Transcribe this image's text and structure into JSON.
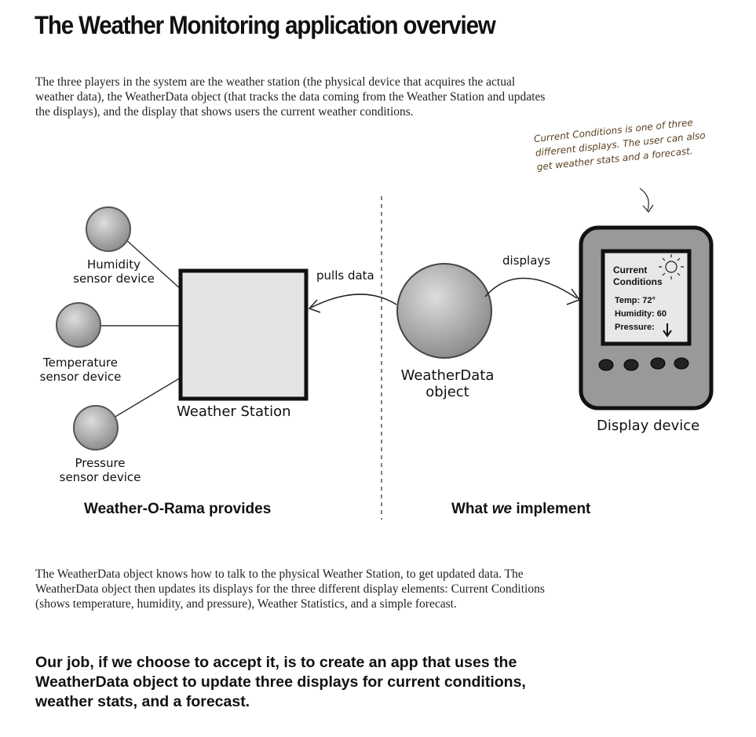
{
  "title": "The Weather Monitoring application overview",
  "intro": "The three players in the system are the weather station (the physical device that acquires the actual weather data), the WeatherData object (that tracks the data coming from the Weather Station and updates the displays), and the display that shows users the current weather conditions.",
  "note": "Current Conditions is one of three different displays. The user can also get weather stats and a forecast.",
  "sensors": [
    {
      "label": "Humidity sensor device"
    },
    {
      "label": "Temperature sensor device"
    },
    {
      "label": "Pressure sensor device"
    }
  ],
  "weather_station": "Weather Station",
  "pulls_data": "pulls data",
  "weatherdata_object": "WeatherData object",
  "displays": "displays",
  "display_device": "Display device",
  "screen": {
    "title": "Current Conditions",
    "temp": "Temp: 72°",
    "humidity": "Humidity: 60",
    "pressure": "Pressure:"
  },
  "left_caption": "Weather-O-Rama provides",
  "right_caption_pre": "What ",
  "right_caption_em": "we",
  "right_caption_post": " implement",
  "body": "The WeatherData object knows how to talk to the physical Weather Station, to get updated data. The WeatherData object then updates its displays for the three different display elements: Current Conditions (shows temperature, humidity, and pressure), Weather Statistics, and a simple forecast.",
  "job": "Our job, if we choose to accept it, is to create an app that uses the WeatherData object to update three displays for current conditions, weather stats, and a forecast."
}
